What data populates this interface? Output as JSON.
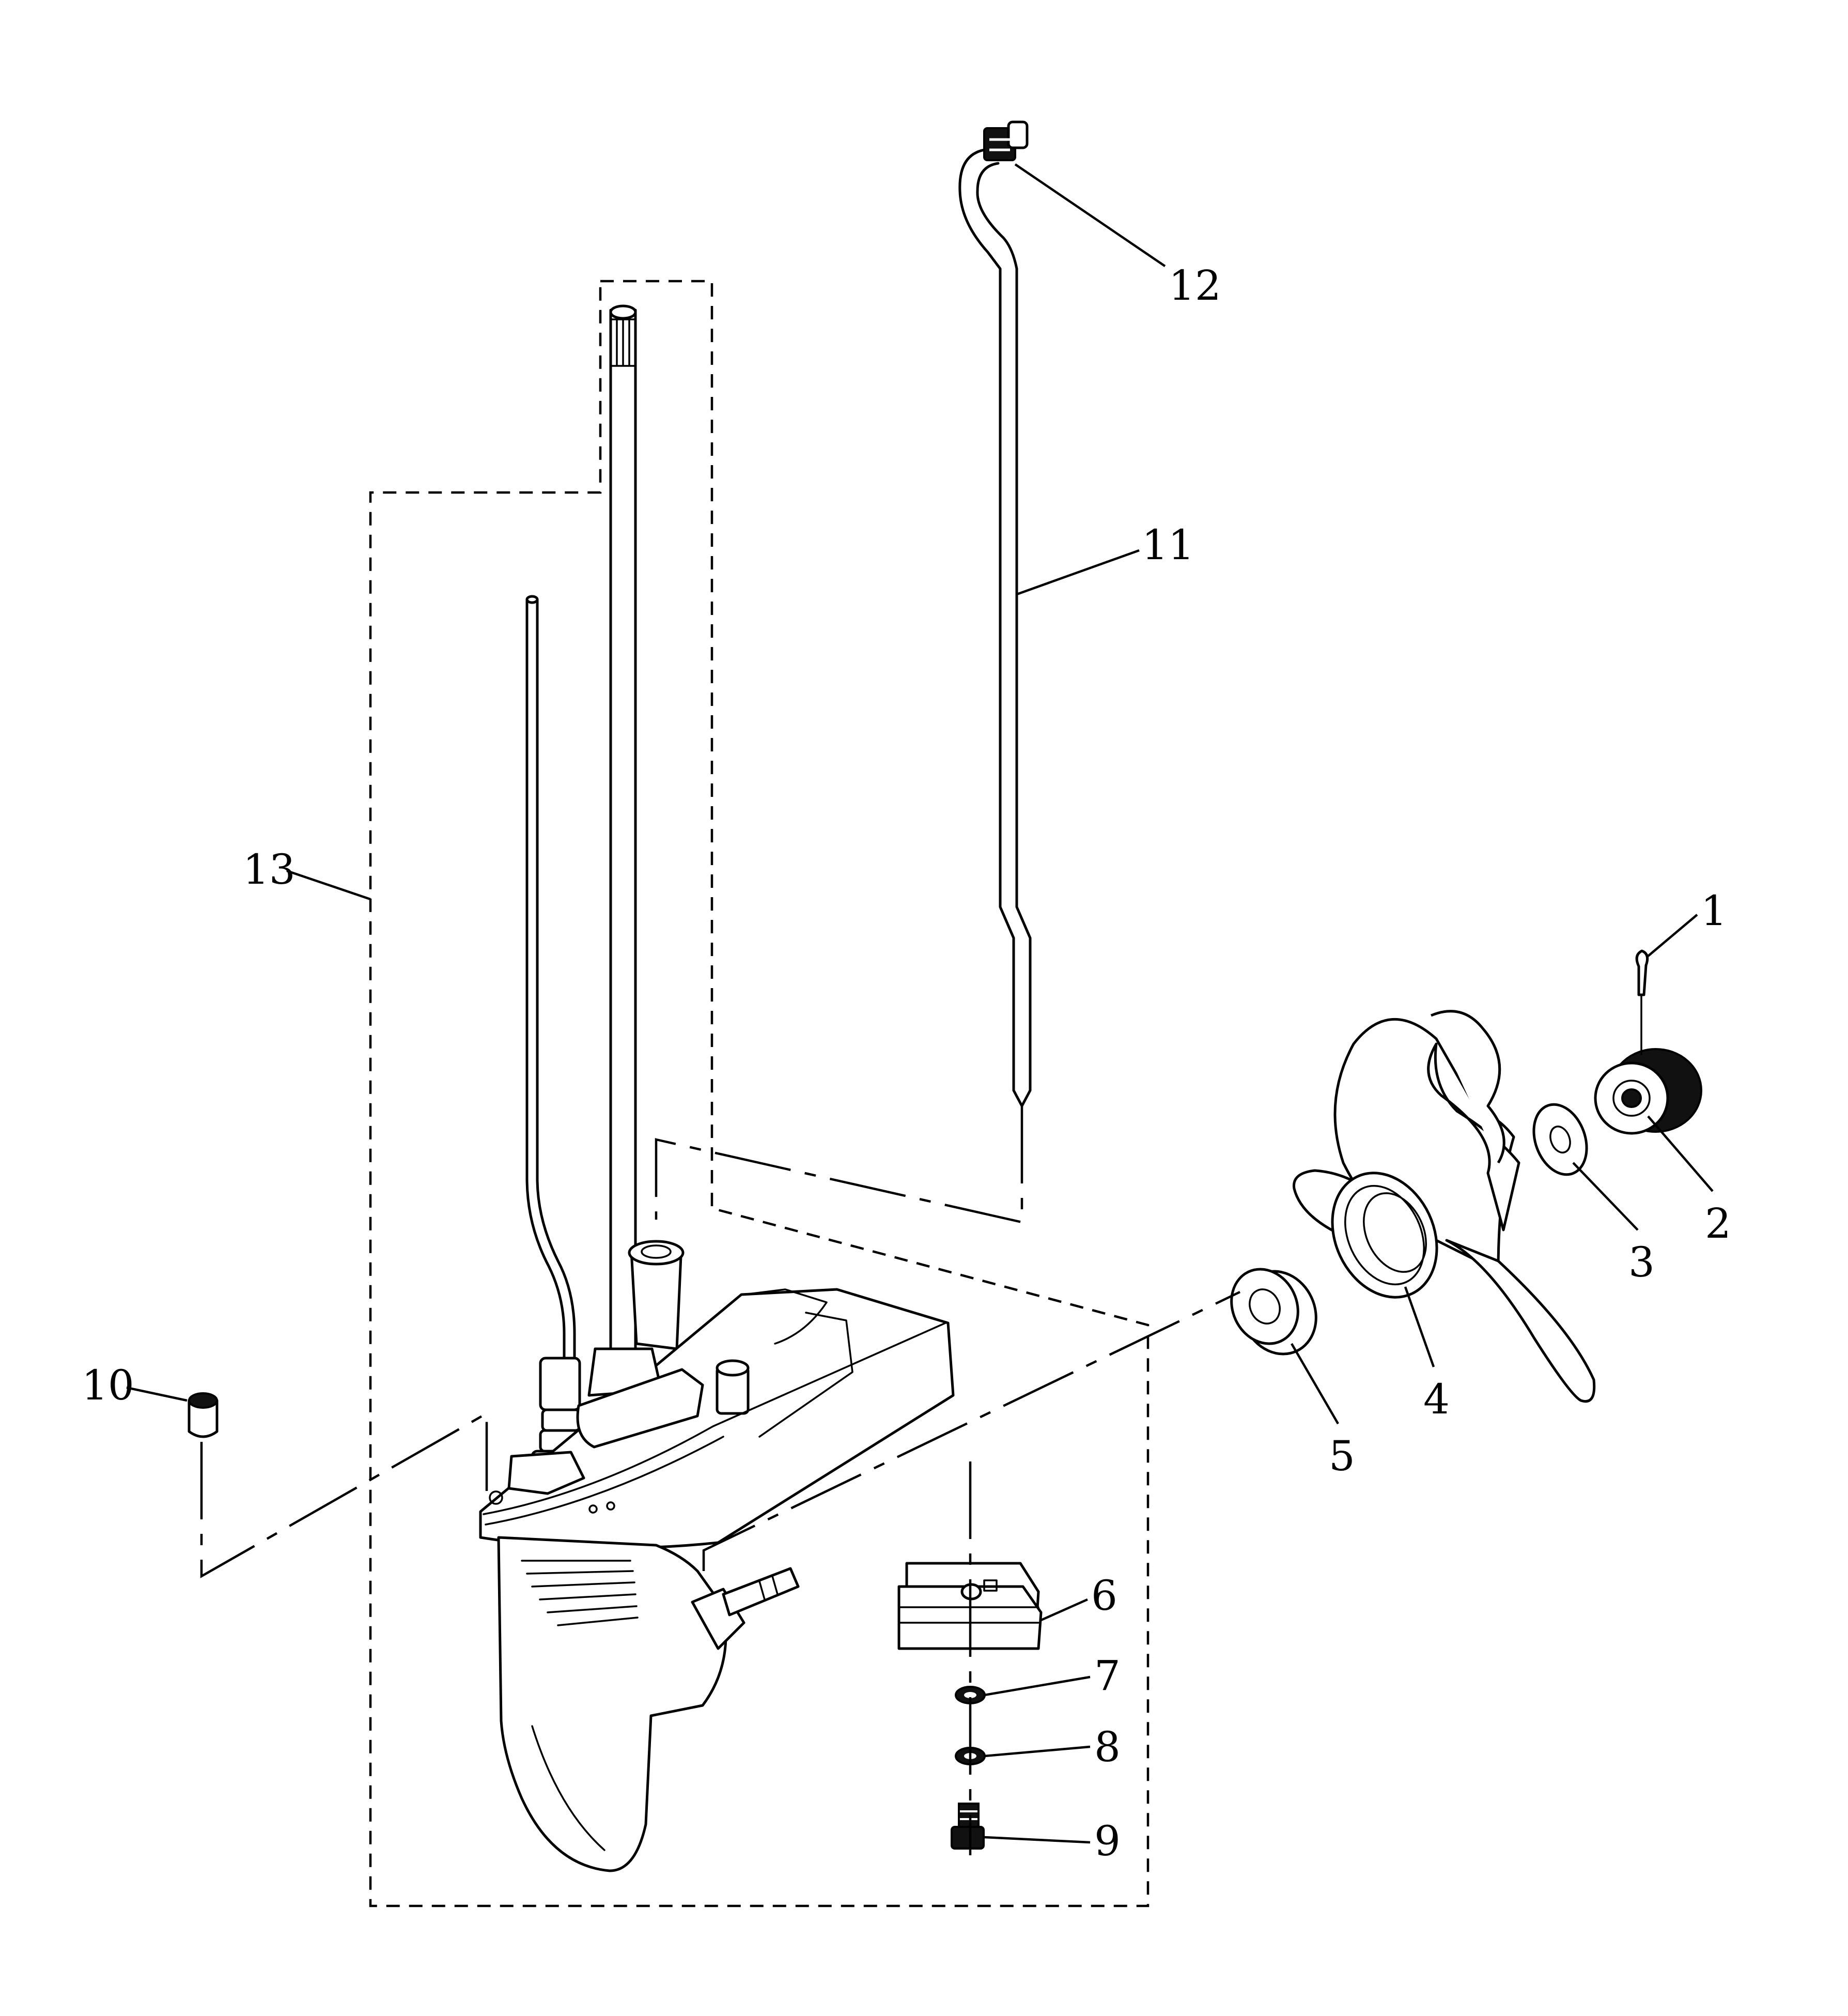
{
  "callouts": [
    {
      "label": "1"
    },
    {
      "label": "2"
    },
    {
      "label": "3"
    },
    {
      "label": "4"
    },
    {
      "label": "5"
    },
    {
      "label": "6"
    },
    {
      "label": "7"
    },
    {
      "label": "8"
    },
    {
      "label": "9"
    },
    {
      "label": "10"
    },
    {
      "label": "11"
    },
    {
      "label": "12"
    },
    {
      "label": "13"
    }
  ],
  "icons": [
    "cotter-pin-icon",
    "propeller-nut-icon",
    "washer-icon",
    "propeller-icon",
    "thrust-washer-icon",
    "anode-plate-icon",
    "lock-washer-icon",
    "flat-washer-icon",
    "bolt-icon",
    "bushing-icon",
    "shift-rod-icon",
    "shift-rod-connector-icon",
    "lower-unit-assembly-icon"
  ]
}
